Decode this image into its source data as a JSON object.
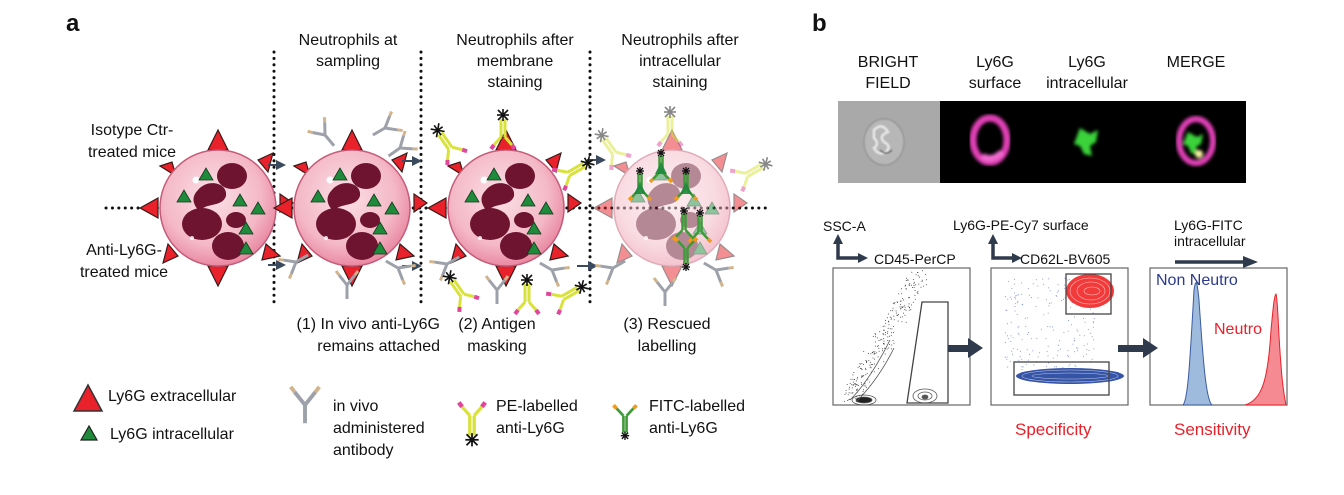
{
  "panel_a": {
    "label": "a",
    "column_headers": [
      {
        "line1": "Neutrophils at",
        "line2": "sampling",
        "line3": ""
      },
      {
        "line1": "Neutrophils after",
        "line2": "membrane",
        "line3": "staining"
      },
      {
        "line1": "Neutrophils after",
        "line2": "intracellular",
        "line3": "staining"
      }
    ],
    "row_labels": [
      {
        "line1": "Isotype Ctr-",
        "line2": "treated mice"
      },
      {
        "line1": "Anti-Ly6G-",
        "line2": "treated mice"
      }
    ],
    "captions": [
      {
        "line1": "(1) In vivo anti-Ly6G",
        "line2": "remains attached"
      },
      {
        "line1": "(2) Antigen",
        "line2": "masking"
      },
      {
        "line1": "(3) Rescued",
        "line2": "labelling"
      }
    ],
    "legend": [
      {
        "icon": "red-triangle-icon",
        "label": "Ly6G extracellular"
      },
      {
        "icon": "green-triangle-icon",
        "label": "Ly6G intracellular"
      },
      {
        "icon": "grey-antibody-icon",
        "label_lines": [
          "in vivo",
          "administered",
          "antibody"
        ]
      },
      {
        "icon": "pe-antibody-icon",
        "label_lines": [
          "PE-labelled",
          "anti-Ly6G"
        ]
      },
      {
        "icon": "fitc-antibody-icon",
        "label_lines": [
          "FITC-labelled",
          "anti-Ly6G"
        ]
      }
    ],
    "colors": {
      "extracellular": "#e8212a",
      "intracellular": "#1f8a3c",
      "nucleus": "#6e1430",
      "cytoplasm": "#f6c3cf",
      "pe_antibody": "#d9e23a",
      "pe_tip": "#e0479a",
      "fitc_antibody": "#3f9a3a",
      "fitc_tip": "#f19a1f",
      "invivo_antibody": "#a7abb4"
    }
  },
  "panel_b": {
    "label": "b",
    "image_headers": [
      {
        "line1": "BRIGHT",
        "line2": "FIELD"
      },
      {
        "line1": "Ly6G",
        "line2": "surface"
      },
      {
        "line1": "Ly6G",
        "line2": "intracellular"
      },
      {
        "line1": "",
        "line2": "MERGE"
      }
    ],
    "plots": [
      {
        "y_axis": "SSC-A",
        "x_axis": "CD45-PerCP",
        "caption": ""
      },
      {
        "y_axis": "Ly6G-PE-Cy7 surface",
        "x_axis": "CD62L-BV605",
        "caption": "Specificity"
      },
      {
        "x_axis_line1": "Ly6G-FITC",
        "x_axis_line2": "intracellular",
        "caption": "Sensitivity",
        "series": [
          {
            "name": "Non Neutro",
            "color": "#2b3a8f"
          },
          {
            "name": "Neutro",
            "color": "#e8212a"
          }
        ]
      }
    ],
    "colors": {
      "arrow": "#2f3b4c",
      "caption": "#e8212a",
      "magenta": "#e13fb6",
      "green": "#3bd23b"
    }
  }
}
